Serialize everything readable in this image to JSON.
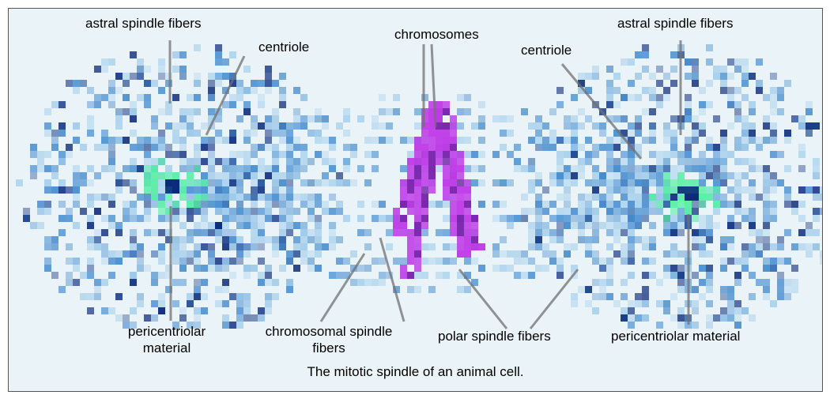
{
  "labels": {
    "astral_left": "astral spindle fibers",
    "centriole_left": "centriole",
    "chromosomes": "chromosomes",
    "centriole_right": "centriole",
    "astral_right": "astral spindle fibers",
    "pericentriolar_left_line1": "pericentriolar",
    "pericentriolar_left_line2": "material",
    "chromosomal_line1": "chromosomal spindle",
    "chromosomal_line2": "fibers",
    "polar": "polar spindle fibers",
    "pericentriolar_right": "pericentriolar material"
  },
  "caption": "The mitotic spindle of an animal cell.",
  "colors": {
    "background": "#eaf4f8",
    "fiber_light": "#a8d0ec",
    "fiber_mid": "#4a8fd0",
    "fiber_dark": "#0b2a7a",
    "centrosome": "#5ef0a8",
    "chromosome": "#c040e8",
    "chromosome_dark": "#6a20a0",
    "leader_line": "#707070"
  }
}
